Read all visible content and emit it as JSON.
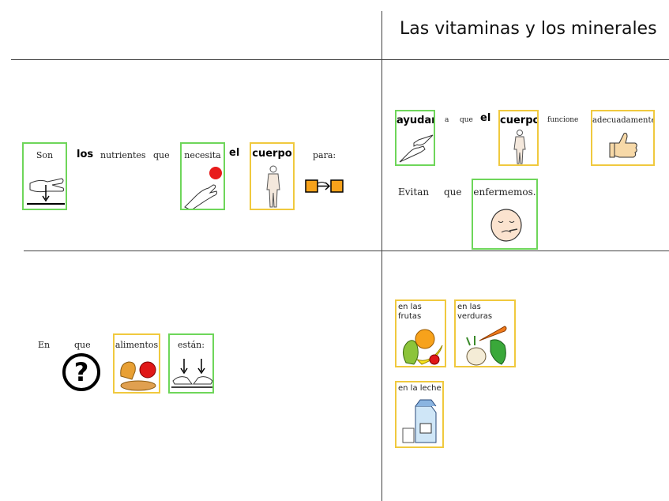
{
  "title": "Las vitaminas y los minerales",
  "q1": {
    "son": "Son",
    "los": "los",
    "nutrientes": "nutrientes",
    "que": "que",
    "necesita": "necesita",
    "el": "el",
    "cuerpo": "cuerpo",
    "para": "para:"
  },
  "q2": {
    "ayudar": "ayudar",
    "a": "a",
    "que": "que",
    "el": "el",
    "cuerpo": "cuerpo",
    "funcione": "funcione",
    "adecuadamente": "adecuadamente.",
    "evitan": "Evitan",
    "que2": "que",
    "enfermemos": "enfermemos."
  },
  "q3": {
    "en": "En",
    "que": "que",
    "alimentos": "alimentos",
    "estan": "están:"
  },
  "q4": {
    "frutas": "en las frutas",
    "verduras": "en las verduras",
    "leche": "en la leche"
  }
}
